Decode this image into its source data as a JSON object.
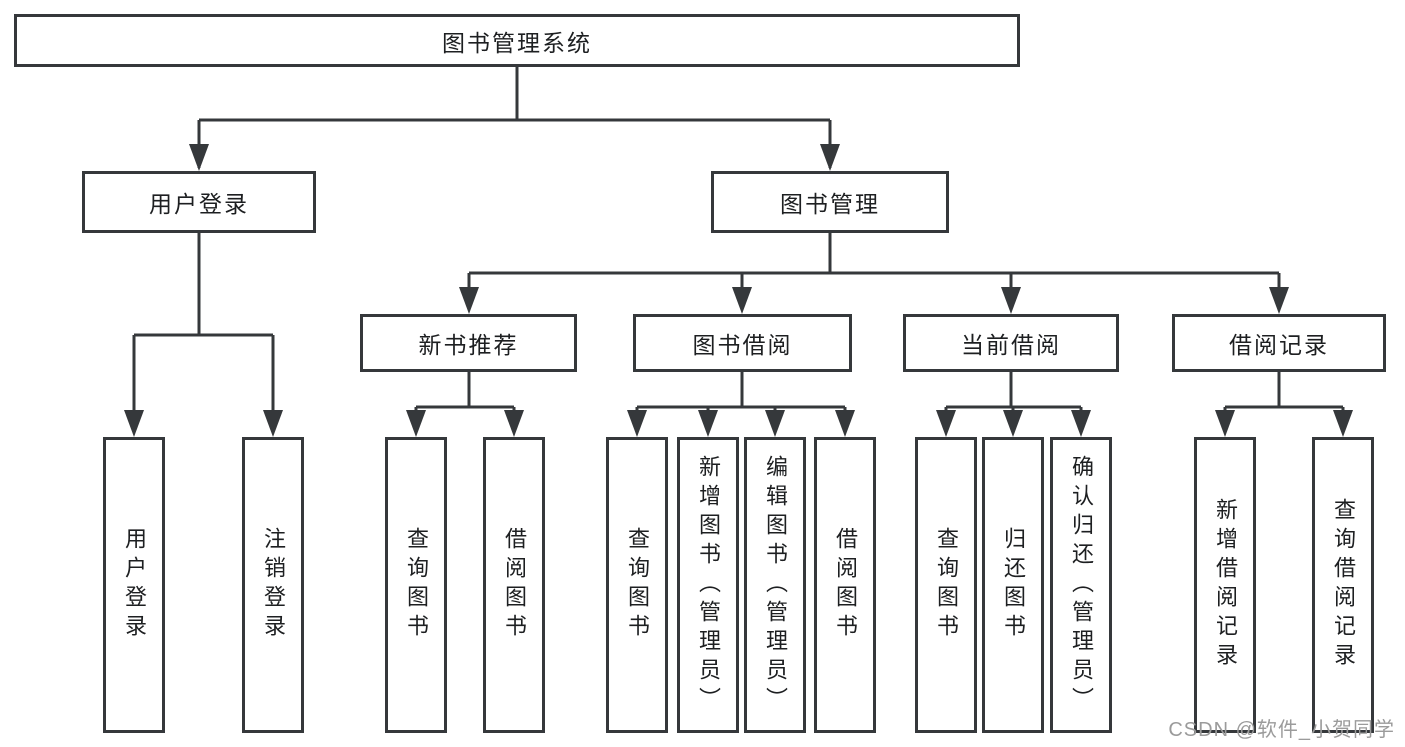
{
  "colors": {
    "line": "#35383b",
    "text": "#1d1f21",
    "box_bg": "#ffffff",
    "watermark": "#9b9b9b",
    "background": "#ffffff"
  },
  "watermark": "CSDN @软件_小贺同学",
  "tree": {
    "root": {
      "label": "图书管理系统"
    },
    "branches": [
      {
        "label": "用户登录",
        "children": [
          "用户登录",
          "注销登录"
        ]
      },
      {
        "label": "图书管理",
        "children": [
          {
            "label": "新书推荐",
            "children": [
              "查询图书",
              "借阅图书"
            ]
          },
          {
            "label": "图书借阅",
            "children": [
              "查询图书",
              "新增图书（管理员）",
              "编辑图书（管理员）",
              "借阅图书"
            ]
          },
          {
            "label": "当前借阅",
            "children": [
              "查询图书",
              "归还图书",
              "确认归还（管理员）"
            ]
          },
          {
            "label": "借阅记录",
            "children": [
              "新增借阅记录",
              "查询借阅记录"
            ]
          }
        ]
      }
    ]
  }
}
